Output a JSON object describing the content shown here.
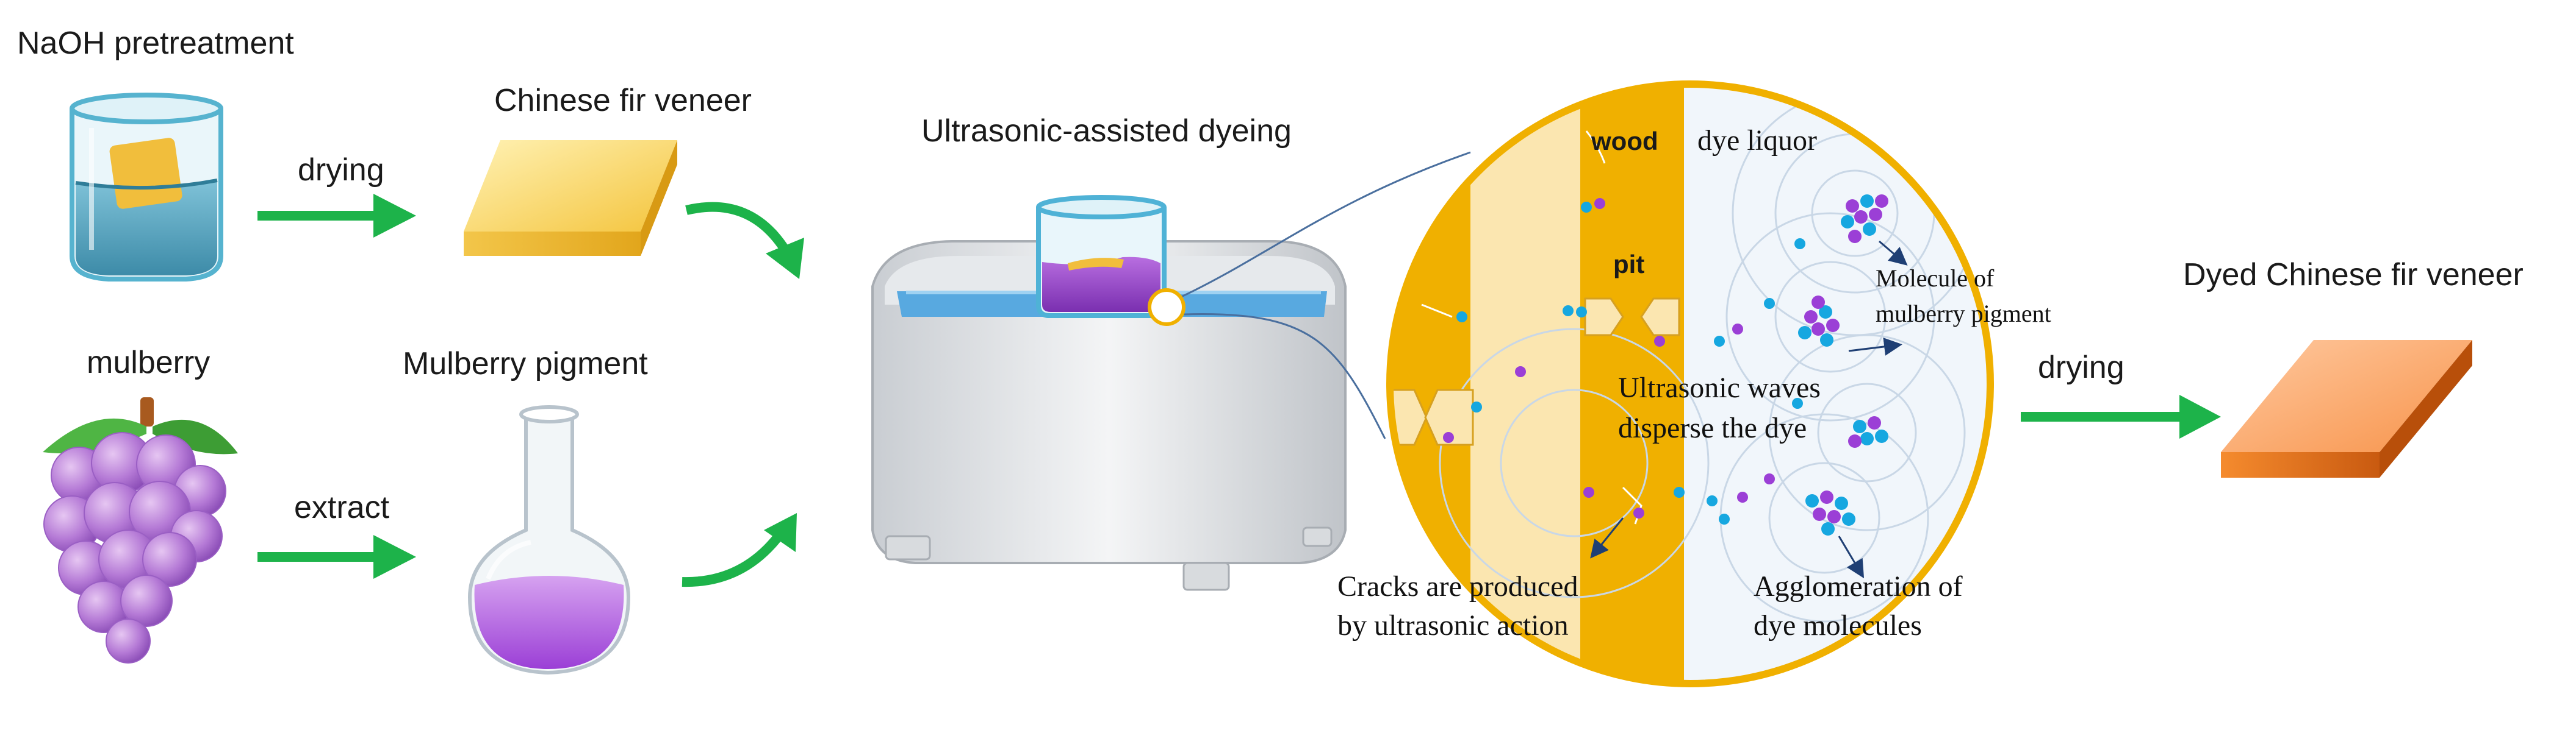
{
  "labels": {
    "naoh": "NaOH pretreatment",
    "drying1": "drying",
    "fir": "Chinese fir veneer",
    "mulberry": "mulberry",
    "extract": "extract",
    "pigment": "Mulberry pigment",
    "ultra_title": "Ultrasonic-assisted dyeing",
    "wood": "wood",
    "dye_liquor": "dye liquor",
    "pit": "pit",
    "molecule_line1": "Molecule of",
    "molecule_line2": "mulberry pigment",
    "waves_line1": "Ultrasonic waves",
    "waves_line2": "disperse the dye",
    "cracks_line1": "Cracks are produced",
    "cracks_line2": "by ultrasonic action",
    "agglo_line1": "Agglomeration of",
    "agglo_line2": "dye molecules",
    "drying2": "drying",
    "dyed": "Dyed Chinese fir veneer"
  },
  "colors": {
    "arrow_green": "#1db34a",
    "wood_gold": "#f0b000",
    "wood_light": "#fbe6b0",
    "dye_purple": "#9b3fd6",
    "dye_cyan": "#16a7e0",
    "veneer_gold": "#f2c63a",
    "dyed_orange": "#f57a28"
  }
}
